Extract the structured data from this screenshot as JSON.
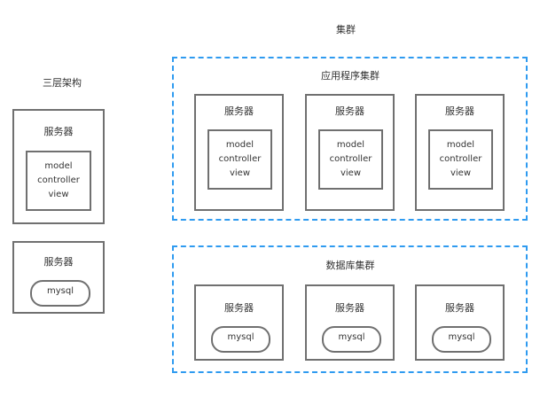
{
  "top_title": "集群",
  "three_tier": {
    "title": "三层架构",
    "app_server": {
      "label": "服务器",
      "mvc": [
        "model",
        "controller",
        "view"
      ]
    },
    "db_server": {
      "label": "服务器",
      "db": "mysql"
    }
  },
  "app_cluster": {
    "title": "应用程序集群",
    "servers": [
      {
        "label": "服务器",
        "mvc": [
          "model",
          "controller",
          "view"
        ]
      },
      {
        "label": "服务器",
        "mvc": [
          "model",
          "controller",
          "view"
        ]
      },
      {
        "label": "服务器",
        "mvc": [
          "model",
          "controller",
          "view"
        ]
      }
    ]
  },
  "db_cluster": {
    "title": "数据库集群",
    "servers": [
      {
        "label": "服务器",
        "db": "mysql"
      },
      {
        "label": "服务器",
        "db": "mysql"
      },
      {
        "label": "服务器",
        "db": "mysql"
      }
    ]
  },
  "colors": {
    "border": "#707070",
    "cluster_border": "#2f9bf0",
    "text": "#333333"
  }
}
